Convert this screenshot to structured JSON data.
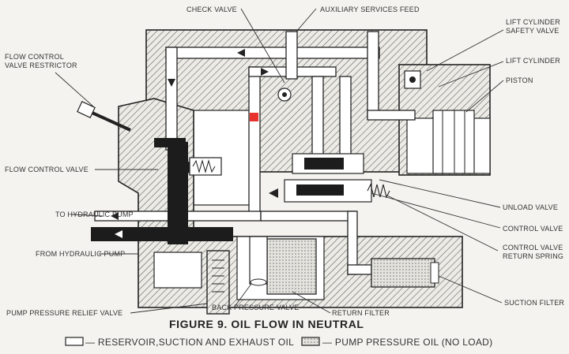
{
  "labels": {
    "check_valve": "CHECK VALVE",
    "aux_feed": "AUXILIARY SERVICES FEED",
    "lift_safety_1": "LIFT CYLINDER",
    "lift_safety_2": "SAFETY VALVE",
    "lift_cylinder": "LIFT CYLINDER",
    "piston": "PISTON",
    "fc_restrictor_1": "FLOW CONTROL",
    "fc_restrictor_2": "VALVE RESTRICTOR",
    "flow_control_valve": "FLOW CONTROL VALVE",
    "to_pump": "TO HYDRAULIC PUMP",
    "from_pump": "FROM HYDRAULIC PUMP",
    "unload_valve": "UNLOAD VALVE",
    "control_valve": "CONTROL VALVE",
    "cv_spring_1": "CONTROL VALVE",
    "cv_spring_2": "RETURN SPRING",
    "suction_filter": "SUCTION FILTER",
    "pressure_relief": "PUMP PRESSURE RELIEF VALVE",
    "back_pressure": "BACK PRESSURE VALVE",
    "return_filter": "RETURN FILTER"
  },
  "figure": {
    "title": "FIGURE 9.   OIL FLOW IN NEUTRAL"
  },
  "legend": {
    "item1": "— RESERVOIR,SUCTION AND EXHAUST OIL",
    "item2": "— PUMP PRESSURE OIL (NO LOAD)"
  },
  "colors": {
    "marker": "#e8322d",
    "ink": "#222222",
    "paper": "#f4f3ef"
  }
}
